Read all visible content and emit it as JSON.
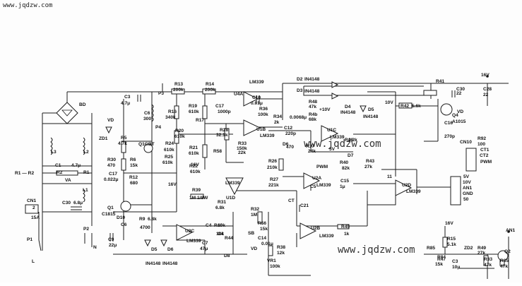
{
  "watermark": {
    "top": "www.jqdzw.com",
    "center": "www.jqdzw.com",
    "bottom": "www.jqdzw.com"
  },
  "labels": [
    [
      "BD",
      112,
      150
    ],
    [
      "C3",
      176,
      139
    ],
    [
      "4.7μ",
      171,
      148
    ],
    [
      "P3",
      224,
      134
    ],
    [
      "R13",
      247,
      121
    ],
    [
      "200k",
      245,
      129
    ],
    [
      "R14",
      291,
      121
    ],
    [
      "200k",
      290,
      129
    ],
    [
      "LM339",
      353,
      118
    ],
    [
      "U4A",
      331,
      135
    ],
    [
      "C10",
      357,
      140
    ],
    [
      "0.01μ",
      355,
      148
    ],
    [
      "R36",
      367,
      156
    ],
    [
      "100k",
      365,
      164
    ],
    [
      "R34",
      387,
      167
    ],
    [
      "2k",
      388,
      175
    ],
    [
      "D2",
      420,
      114
    ],
    [
      "IN4148",
      431,
      114
    ],
    [
      "D3",
      420,
      130
    ],
    [
      "IN4148",
      431,
      131
    ],
    [
      "R41",
      617,
      117
    ],
    [
      "C30",
      646,
      128
    ],
    [
      "22",
      646,
      134
    ],
    [
      "C28",
      684,
      128
    ],
    [
      "22",
      684,
      136
    ],
    [
      "16V",
      681,
      108
    ],
    [
      "C6",
      204,
      162
    ],
    [
      "300",
      203,
      170
    ],
    [
      "R16",
      238,
      160
    ],
    [
      "340k",
      234,
      168
    ],
    [
      "R19",
      267,
      152
    ],
    [
      "610k",
      267,
      160
    ],
    [
      "C17",
      305,
      152
    ],
    [
      "1000p",
      308,
      160
    ],
    [
      "+10V",
      452,
      157
    ],
    [
      "R48",
      437,
      146
    ],
    [
      "47k",
      437,
      153
    ],
    [
      "R4b",
      437,
      164
    ],
    [
      "68k",
      437,
      171
    ],
    [
      "D4",
      488,
      153
    ],
    [
      "IN4148",
      482,
      161
    ],
    [
      "D5",
      521,
      157
    ],
    [
      "IN4148",
      514,
      167
    ],
    [
      "10V",
      545,
      147
    ],
    [
      "R42",
      567,
      152
    ],
    [
      "5.6k",
      583,
      152
    ],
    [
      "Q4",
      640,
      165
    ],
    [
      "A1015",
      640,
      174
    ],
    [
      "C16",
      629,
      176
    ],
    [
      "270p",
      629,
      195
    ],
    [
      "VD",
      647,
      160
    ],
    [
      "VD",
      152,
      172
    ],
    [
      "ZD1",
      140,
      198
    ],
    [
      "R5",
      171,
      197
    ],
    [
      "4.7k",
      167,
      205
    ],
    [
      "P4",
      220,
      182
    ],
    [
      "R20",
      248,
      187
    ],
    [
      "610k",
      247,
      195
    ],
    [
      "R17",
      277,
      172
    ],
    [
      "R28",
      311,
      186
    ],
    [
      "32.1k",
      306,
      193
    ],
    [
      "U1B",
      363,
      185
    ],
    [
      "LM339",
      368,
      194
    ],
    [
      "C12",
      402,
      183
    ],
    [
      "0.0068μ",
      410,
      168
    ],
    [
      "220p",
      404,
      191
    ],
    [
      "470",
      405,
      210
    ],
    [
      "U1C",
      463,
      186
    ],
    [
      "LM339",
      467,
      196
    ],
    [
      "R46",
      488,
      200
    ],
    [
      "2.2k",
      493,
      200
    ],
    [
      "Q1GBT",
      196,
      206
    ],
    [
      "R24",
      234,
      205
    ],
    [
      "610k",
      232,
      214
    ],
    [
      "R21",
      268,
      211
    ],
    [
      "610k",
      267,
      219
    ],
    [
      "R58",
      302,
      216
    ],
    [
      "150k",
      335,
      212
    ],
    [
      "R33",
      337,
      205
    ],
    [
      "22k",
      337,
      218
    ],
    [
      "D6",
      400,
      206
    ],
    [
      "R37",
      433,
      209
    ],
    [
      "24k",
      436,
      216
    ],
    [
      "5V",
      466,
      213
    ],
    [
      "L3",
      72,
      217
    ],
    [
      "L2",
      118,
      217
    ],
    [
      "R6",
      184,
      228
    ],
    [
      "15k",
      184,
      236
    ],
    [
      "R25",
      233,
      224
    ],
    [
      "610k",
      230,
      232
    ],
    [
      "R22",
      268,
      237
    ],
    [
      "610k",
      269,
      245
    ],
    [
      "R26",
      380,
      230
    ],
    [
      "210k",
      378,
      239
    ],
    [
      "PWM",
      448,
      238
    ],
    [
      "R40",
      481,
      232
    ],
    [
      "82k",
      484,
      240
    ],
    [
      "D7",
      492,
      222
    ],
    [
      "R43",
      518,
      230
    ],
    [
      "27k",
      516,
      238
    ],
    [
      "CN10",
      651,
      203
    ],
    [
      "R92",
      676,
      198
    ],
    [
      "100",
      676,
      206
    ],
    [
      "CT1",
      680,
      214
    ],
    [
      "CT2",
      679,
      222
    ],
    [
      "PWM",
      680,
      231
    ],
    [
      "C1",
      78,
      236
    ],
    [
      "4.7μ",
      101,
      236
    ],
    [
      "R2",
      80,
      246
    ],
    [
      "R1",
      118,
      246
    ],
    [
      "VA",
      92,
      257
    ],
    [
      "R30",
      152,
      228
    ],
    [
      "470",
      152,
      236
    ],
    [
      "R12",
      183,
      253
    ],
    [
      "680",
      184,
      261
    ],
    [
      "16V",
      238,
      263
    ],
    [
      "16V",
      270,
      235
    ],
    [
      "R27",
      382,
      256
    ],
    [
      "221k",
      380,
      264
    ],
    [
      "C5",
      439,
      266
    ],
    [
      "U2A",
      442,
      254
    ],
    [
      "LM339",
      448,
      264
    ],
    [
      "C15",
      482,
      258
    ],
    [
      "1μ",
      481,
      266
    ],
    [
      "11",
      548,
      252
    ],
    [
      "U2D",
      569,
      264
    ],
    [
      "LM339",
      575,
      273
    ],
    [
      "C17",
      154,
      248
    ],
    [
      "0.022μ",
      147,
      256
    ],
    [
      "L1",
      117,
      271
    ],
    [
      "C30",
      88,
      289
    ],
    [
      "6.8μ",
      104,
      289
    ],
    [
      "CN1",
      38,
      286
    ],
    [
      "2",
      46,
      296
    ],
    [
      "15A",
      44,
      310
    ],
    [
      "LM339",
      319,
      261
    ],
    [
      "U1D",
      320,
      282
    ],
    [
      "R39",
      272,
      271
    ],
    [
      "1M 1/8W",
      268,
      282
    ],
    [
      "R31",
      308,
      288
    ],
    [
      "6.8k",
      305,
      296
    ],
    [
      "R32",
      355,
      298
    ],
    [
      "1M",
      355,
      306
    ],
    [
      "CT",
      408,
      286
    ],
    [
      "C21",
      425,
      293
    ],
    [
      "R56",
      365,
      318
    ],
    [
      "15k",
      368,
      326
    ],
    [
      "5V",
      656,
      252
    ],
    [
      "10V",
      655,
      260
    ],
    [
      "AN1",
      655,
      268
    ],
    [
      "GND",
      655,
      276
    ],
    [
      "50",
      656,
      284
    ],
    [
      "Q1",
      152,
      296
    ],
    [
      "C1815",
      144,
      305
    ],
    [
      "D10",
      165,
      310
    ],
    [
      "C6",
      171,
      320
    ],
    [
      "R9",
      197,
      312
    ],
    [
      "6.8k",
      209,
      312
    ],
    [
      "4700",
      198,
      324
    ],
    [
      "C4",
      291,
      321
    ],
    [
      "U2C",
      262,
      329
    ],
    [
      "LM339",
      264,
      343
    ],
    [
      "R40",
      303,
      321
    ],
    [
      "10k",
      308,
      321
    ],
    [
      "C4",
      308,
      333
    ],
    [
      "18k",
      306,
      333
    ],
    [
      "R44",
      318,
      339
    ],
    [
      "SB",
      351,
      332
    ],
    [
      "U2B",
      440,
      325
    ],
    [
      "LM339",
      452,
      336
    ],
    [
      "R45",
      483,
      323
    ],
    [
      "1k",
      487,
      333
    ],
    [
      "16V",
      630,
      318
    ],
    [
      "AN1",
      716,
      328
    ],
    [
      "C9",
      153,
      341
    ],
    [
      "22μ",
      154,
      349
    ],
    [
      "D5",
      214,
      355
    ],
    [
      "D6",
      237,
      355
    ],
    [
      "IN4148",
      206,
      375
    ],
    [
      "IN4148",
      230,
      375
    ],
    [
      "C7",
      286,
      346
    ],
    [
      "47μ",
      283,
      354
    ],
    [
      "C14",
      365,
      339
    ],
    [
      "0.01μ",
      370,
      347
    ],
    [
      "R38",
      392,
      352
    ],
    [
      "12k",
      392,
      360
    ],
    [
      "VD",
      355,
      354
    ],
    [
      "D8",
      317,
      364
    ],
    [
      "VR1",
      378,
      371
    ],
    [
      "100k",
      382,
      379
    ],
    [
      "R15",
      633,
      340
    ],
    [
      "5.1k",
      633,
      348
    ],
    [
      "R85",
      604,
      353
    ],
    [
      "ZD2",
      657,
      353
    ],
    [
      "R49",
      676,
      353
    ],
    [
      "27k",
      676,
      360
    ],
    [
      "Q2",
      714,
      358
    ],
    [
      "R84",
      619,
      366
    ],
    [
      "R47",
      619,
      369
    ],
    [
      "15k",
      616,
      376
    ],
    [
      "C3",
      640,
      372
    ],
    [
      "10μ",
      640,
      380
    ],
    [
      "R33",
      685,
      369
    ],
    [
      "47k",
      685,
      377
    ],
    [
      "R35",
      708,
      371
    ],
    [
      "47k",
      708,
      379
    ],
    [
      "R1 — R2",
      21,
      247
    ],
    [
      "P1",
      38,
      341
    ],
    [
      "L",
      45,
      372
    ],
    [
      "P2",
      118,
      326
    ],
    [
      "N",
      132,
      352
    ]
  ]
}
